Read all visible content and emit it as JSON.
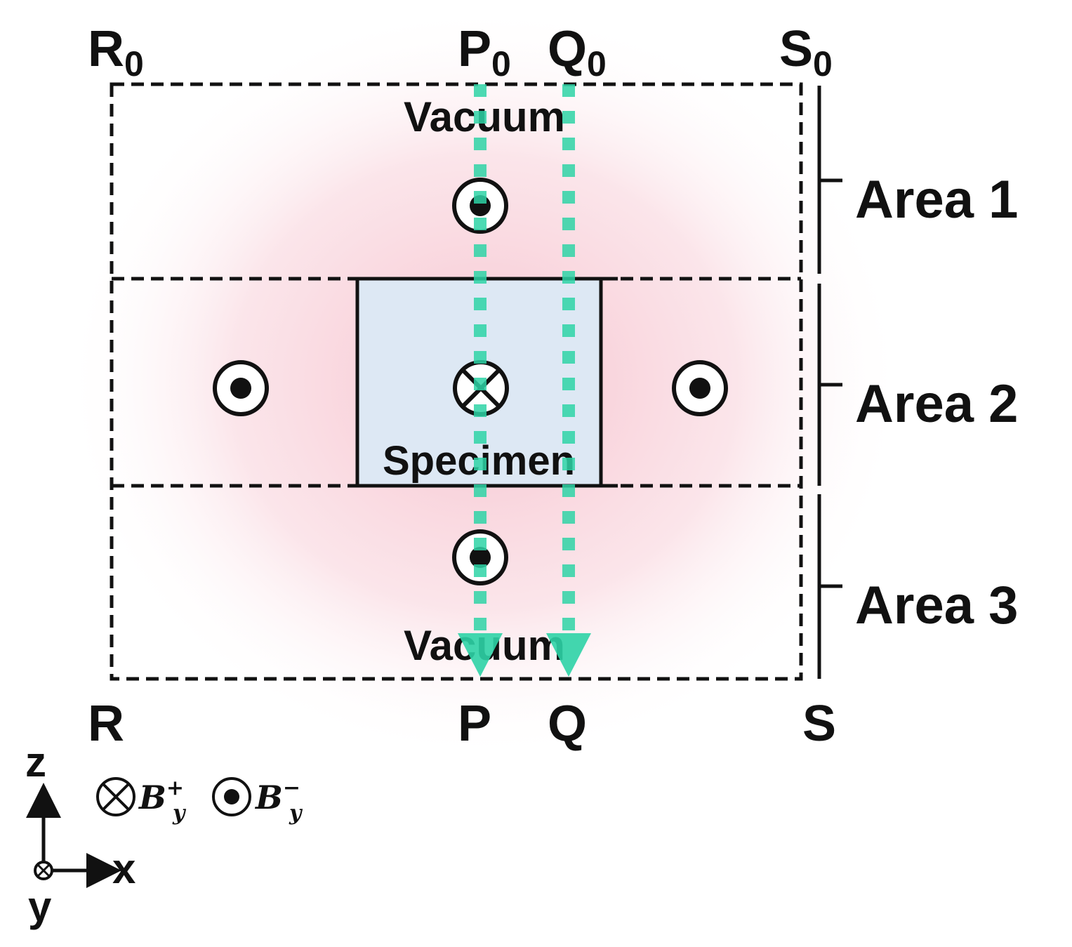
{
  "corners": {
    "r0": {
      "main": "R",
      "sub": "0"
    },
    "p0": {
      "main": "P",
      "sub": "0"
    },
    "q0": {
      "main": "Q",
      "sub": "0"
    },
    "s0": {
      "main": "S",
      "sub": "0"
    },
    "r": "R",
    "p": "P",
    "q": "Q",
    "s": "S"
  },
  "regions": {
    "vacuum_top": "Vacuum",
    "vacuum_bottom": "Vacuum",
    "specimen": "Specimen"
  },
  "areas": [
    "Area 1",
    "Area 2",
    "Area 3"
  ],
  "legend": {
    "plus": {
      "main": "B",
      "sub": "y",
      "sup": "+"
    },
    "minus": {
      "main": "B",
      "sub": "y",
      "sup": "−"
    }
  },
  "axes": {
    "z": "z",
    "x": "x",
    "y": "y"
  },
  "colors": {
    "beam": "#2ed3a6",
    "specimen_fill": "#dde8f4",
    "field_glow": "#f7c9d3",
    "line": "#111111"
  },
  "icons": {
    "field_into_page": "circle-cross-icon",
    "field_out_of_page": "circle-dot-icon"
  }
}
